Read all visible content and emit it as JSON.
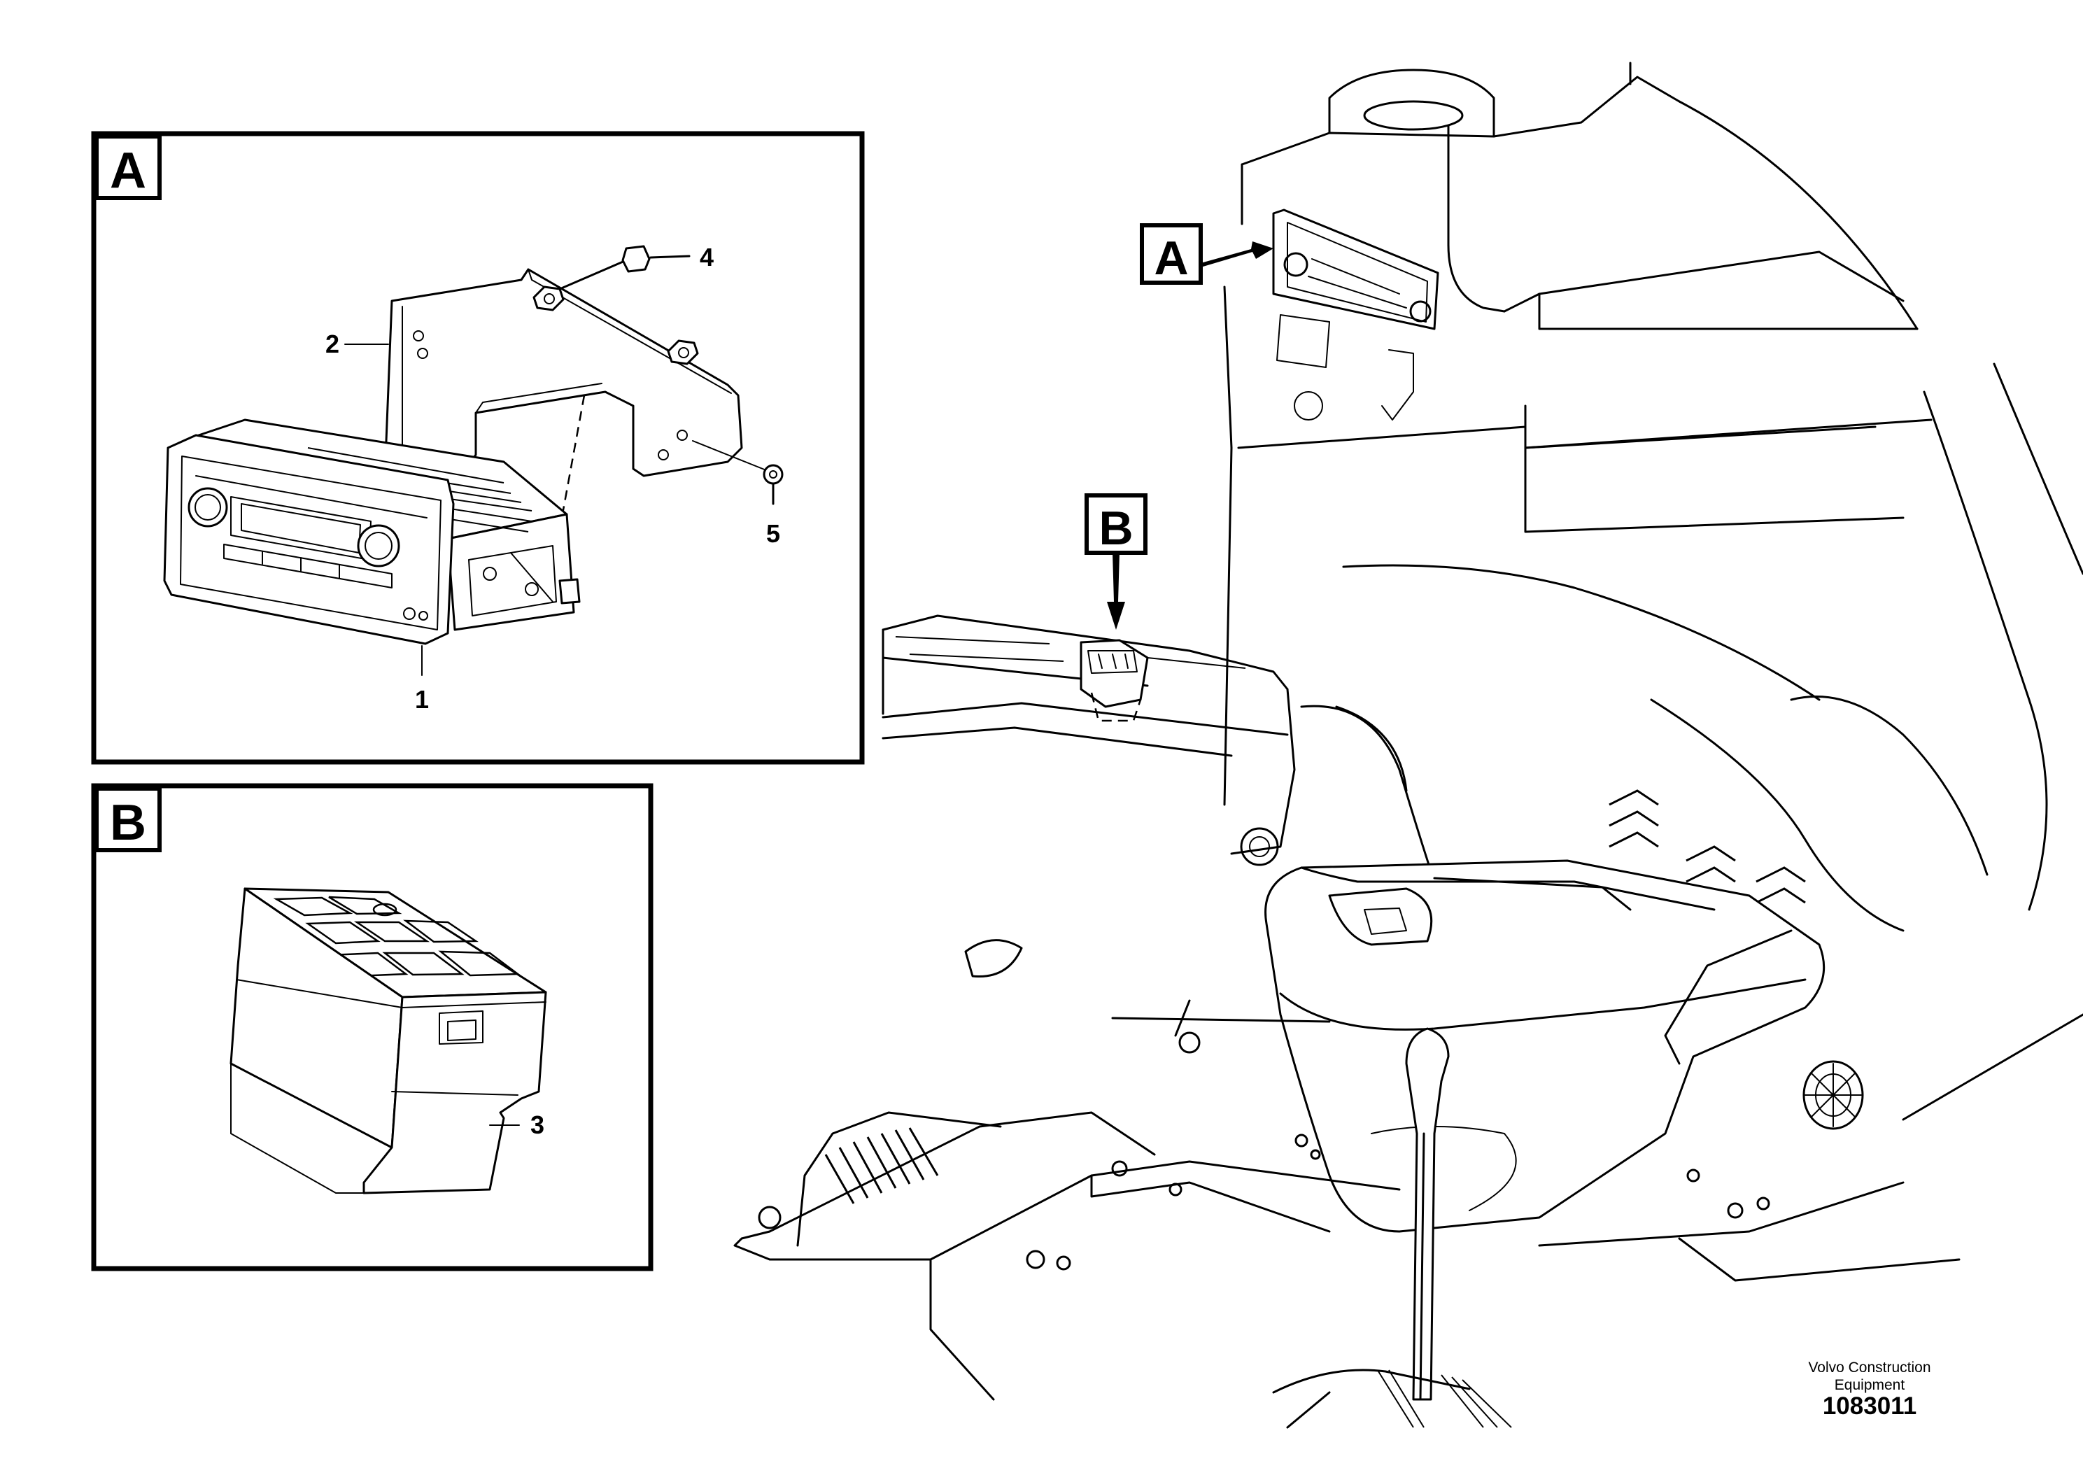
{
  "detail_a": {
    "label": "A"
  },
  "detail_b": {
    "label": "B"
  },
  "callouts": [
    {
      "number": "1",
      "part": "radio"
    },
    {
      "number": "2",
      "part": "bracket"
    },
    {
      "number": "3",
      "part": "connector"
    },
    {
      "number": "4",
      "part": "bolt"
    },
    {
      "number": "5",
      "part": "screw"
    }
  ],
  "overview": {
    "label_a": "A",
    "label_b": "B"
  },
  "footer": {
    "company_line1": "Volvo Construction",
    "company_line2": "Equipment",
    "drawing_number": "1083011"
  }
}
